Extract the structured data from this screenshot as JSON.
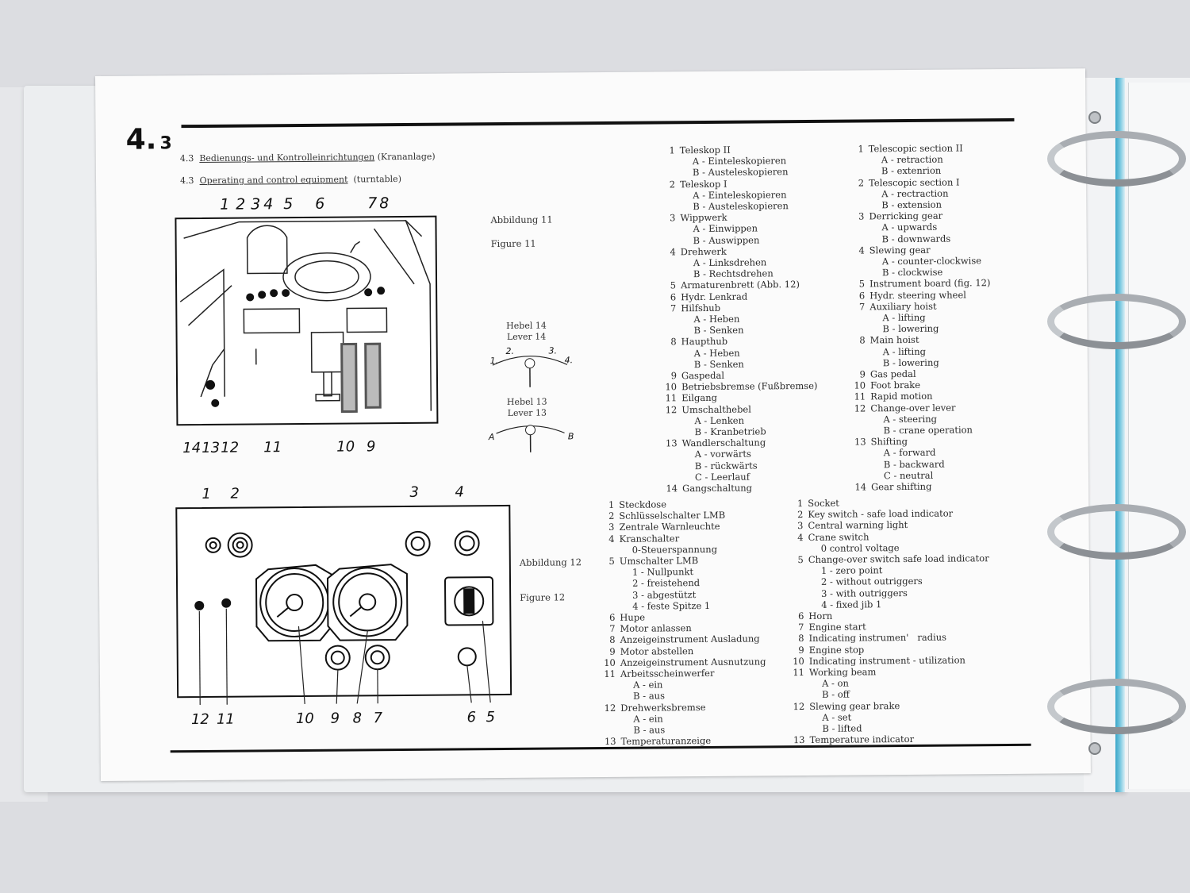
{
  "section": {
    "number": "4.",
    "sub": "3"
  },
  "headings": {
    "de": {
      "num": "4.3",
      "text": "Bedienungs- und Kontrolleinrichtungen",
      "suffix": "(Krananlage)"
    },
    "en": {
      "num": "4.3",
      "text": "Operating and control equipment",
      "suffix": "(turntable)"
    }
  },
  "figure11": {
    "label_de": "Abbildung 11",
    "label_en": "Figure 11",
    "callouts_top": [
      "1",
      "2",
      "3",
      "4",
      "5",
      "6",
      "7",
      "8"
    ],
    "callouts_bottom": [
      "14",
      "13",
      "12",
      "11",
      "10",
      "9"
    ],
    "lever14_de": "Hebel 14",
    "lever14_en": "Lever 14",
    "lever14_positions": [
      "1.",
      "2.",
      "3.",
      "4."
    ],
    "lever13_de": "Hebel 13",
    "lever13_en": "Lever 13",
    "lever13_positions": [
      "A",
      "B"
    ]
  },
  "figure12": {
    "label_de": "Abbildung 12",
    "label_en": "Figure 12",
    "callouts_top": [
      "1",
      "2",
      "3",
      "4"
    ],
    "callouts_bottom": [
      "12",
      "11",
      "10",
      "9",
      "8",
      "7",
      "6",
      "5"
    ]
  },
  "list11_de": [
    {
      "n": "1",
      "t": "Teleskop II",
      "subs": [
        "A - Einteleskopieren",
        "B - Austeleskopieren"
      ]
    },
    {
      "n": "2",
      "t": "Teleskop I",
      "subs": [
        "A - Einteleskopieren",
        "B - Austeleskopieren"
      ]
    },
    {
      "n": "3",
      "t": "Wippwerk",
      "subs": [
        "A - Einwippen",
        "B - Auswippen"
      ]
    },
    {
      "n": "4",
      "t": "Drehwerk",
      "subs": [
        "A - Linksdrehen",
        "B - Rechtsdrehen"
      ]
    },
    {
      "n": "5",
      "t": "Armaturenbrett (Abb. 12)",
      "subs": []
    },
    {
      "n": "6",
      "t": "Hydr. Lenkrad",
      "subs": []
    },
    {
      "n": "7",
      "t": "Hilfshub",
      "subs": [
        "A - Heben",
        "B - Senken"
      ]
    },
    {
      "n": "8",
      "t": "Haupthub",
      "subs": [
        "A - Heben",
        "B - Senken"
      ]
    },
    {
      "n": "9",
      "t": "Gaspedal",
      "subs": []
    },
    {
      "n": "10",
      "t": "Betriebsbremse (Fußbremse)",
      "subs": []
    },
    {
      "n": "11",
      "t": "Eilgang",
      "subs": []
    },
    {
      "n": "12",
      "t": "Umschalthebel",
      "subs": [
        "A - Lenken",
        "B - Kranbetrieb"
      ]
    },
    {
      "n": "13",
      "t": "Wandlerschaltung",
      "subs": [
        "A - vorwärts",
        "B - rückwärts",
        "C - Leerlauf"
      ]
    },
    {
      "n": "14",
      "t": "Gangschaltung",
      "subs": []
    }
  ],
  "list11_en": [
    {
      "n": "1",
      "t": "Telescopic section II",
      "subs": [
        "A - retraction",
        "B - extenrion"
      ]
    },
    {
      "n": "2",
      "t": "Telescopic section I",
      "subs": [
        "A - rectraction",
        "B - extension"
      ]
    },
    {
      "n": "3",
      "t": "Derricking gear",
      "subs": [
        "A - upwards",
        "B - downwards"
      ]
    },
    {
      "n": "4",
      "t": "Slewing gear",
      "subs": [
        "A - counter-clockwise",
        "B - clockwise"
      ]
    },
    {
      "n": "5",
      "t": "Instrument board (fig. 12)",
      "subs": []
    },
    {
      "n": "6",
      "t": "Hydr. steering wheel",
      "subs": []
    },
    {
      "n": "7",
      "t": "Auxiliary hoist",
      "subs": [
        "A - lifting",
        "B - lowering"
      ]
    },
    {
      "n": "8",
      "t": "Main hoist",
      "subs": [
        "A - lifting",
        "B - lowering"
      ]
    },
    {
      "n": "9",
      "t": "Gas pedal",
      "subs": []
    },
    {
      "n": "10",
      "t": "Foot brake",
      "subs": []
    },
    {
      "n": "11",
      "t": "Rapid motion",
      "subs": []
    },
    {
      "n": "12",
      "t": "Change-over lever",
      "subs": [
        "A - steering",
        "B - crane operation"
      ]
    },
    {
      "n": "13",
      "t": "Shifting",
      "subs": [
        "A - forward",
        "B - backward",
        "C - neutral"
      ]
    },
    {
      "n": "14",
      "t": "Gear shifting",
      "subs": []
    }
  ],
  "list12_de": [
    {
      "n": "1",
      "t": "Steckdose",
      "subs": []
    },
    {
      "n": "2",
      "t": "Schlüsselschalter LMB",
      "subs": []
    },
    {
      "n": "3",
      "t": "Zentrale Warnleuchte",
      "subs": []
    },
    {
      "n": "4",
      "t": "Kranschalter",
      "subs": [
        "0-Steuerspannung"
      ]
    },
    {
      "n": "5",
      "t": "Umschalter LMB",
      "subs": [
        "1 - Nullpunkt",
        "2 - freistehend",
        "3 - abgestützt",
        "4 - feste Spitze 1"
      ]
    },
    {
      "n": "6",
      "t": "Hupe",
      "subs": []
    },
    {
      "n": "7",
      "t": "Motor anlassen",
      "subs": []
    },
    {
      "n": "8",
      "t": "Anzeigeinstrument Ausladung",
      "subs": []
    },
    {
      "n": "9",
      "t": "Motor abstellen",
      "subs": []
    },
    {
      "n": "10",
      "t": "Anzeigeinstrument Ausnutzung",
      "subs": []
    },
    {
      "n": "11",
      "t": "Arbeitsscheinwerfer",
      "subs": [
        "A - ein",
        "B - aus"
      ]
    },
    {
      "n": "12",
      "t": "Drehwerksbremse",
      "subs": [
        "A - ein",
        "B - aus"
      ]
    },
    {
      "n": "13",
      "t": "Temperaturanzeige",
      "subs": []
    }
  ],
  "list12_en": [
    {
      "n": "1",
      "t": "Socket",
      "subs": []
    },
    {
      "n": "2",
      "t": "Key switch - safe load indicator",
      "subs": []
    },
    {
      "n": "3",
      "t": "Central warning light",
      "subs": []
    },
    {
      "n": "4",
      "t": "Crane switch",
      "subs": [
        "0 control voltage"
      ]
    },
    {
      "n": "5",
      "t": "Change-over switch safe load indicator",
      "subs": [
        "1 - zero point",
        "2 - without outriggers",
        "3 - with outriggers",
        "4 - fixed jib 1"
      ]
    },
    {
      "n": "6",
      "t": "Horn",
      "subs": []
    },
    {
      "n": "7",
      "t": "Engine start",
      "subs": []
    },
    {
      "n": "8",
      "t": "Indicating instrumen'   radius",
      "subs": []
    },
    {
      "n": "9",
      "t": "Engine stop",
      "subs": []
    },
    {
      "n": "10",
      "t": "Indicating instrument - utilization",
      "subs": []
    },
    {
      "n": "11",
      "t": "Working beam",
      "subs": [
        "A - on",
        "B - off"
      ]
    },
    {
      "n": "12",
      "t": "Slewing gear brake",
      "subs": [
        "A - set",
        "B - lifted"
      ]
    },
    {
      "n": "13",
      "t": "Temperature indicator",
      "subs": []
    }
  ],
  "colors": {
    "paper": "#fbfbfb",
    "ink": "#2a2a2a",
    "binder": "#a9adb2",
    "tab_edge": "#39a6c9"
  }
}
